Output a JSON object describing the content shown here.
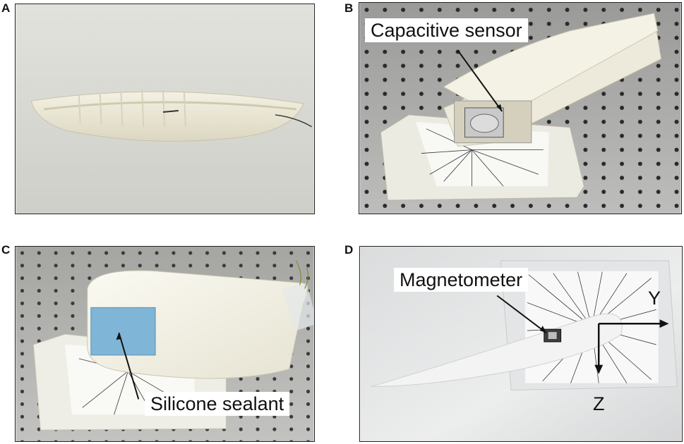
{
  "panels": [
    {
      "label": "A"
    },
    {
      "label": "B",
      "callout": "Capacitive sensor"
    },
    {
      "label": "C",
      "callout": "Silicone sealant"
    },
    {
      "label": "D",
      "callout": "Magnetometer",
      "axes": {
        "y": "Y",
        "z": "Z"
      }
    }
  ]
}
